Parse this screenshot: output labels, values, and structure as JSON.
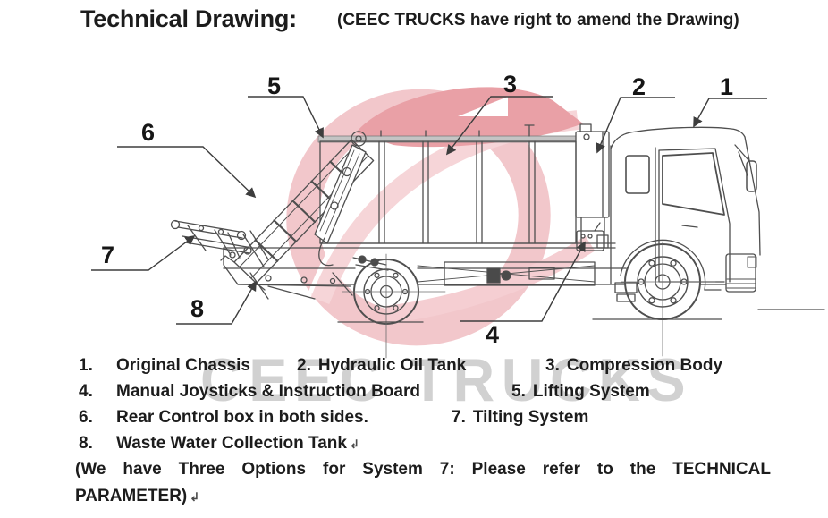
{
  "title": {
    "main": "Technical Drawing:",
    "note": "(CEEC TRUCKS have right to amend the Drawing)"
  },
  "watermark": {
    "text": "CEEC TRUCKS"
  },
  "callouts": [
    "1",
    "2",
    "3",
    "4",
    "5",
    "6",
    "7",
    "8"
  ],
  "legend": {
    "items": [
      {
        "no": "1.",
        "label": "Original Chassis"
      },
      {
        "no": "2.",
        "label": "Hydraulic Oil Tank"
      },
      {
        "no": "3.",
        "label": "Compression Body"
      },
      {
        "no": "4.",
        "label": "Manual Joysticks & Instruction Board"
      },
      {
        "no": "5.",
        "label": "Lifting System"
      },
      {
        "no": "6.",
        "label": "Rear Control box in both sides."
      },
      {
        "no": "7.",
        "label": "Tilting System"
      },
      {
        "no": "8.",
        "label": "Waste Water Collection Tank"
      }
    ],
    "footnote_line1": "(We have Three Options for System 7: Please refer to the TECHNICAL",
    "footnote_line2": "PARAMETER)",
    "return_mark": "↲"
  },
  "colors": {
    "ink": "#1c1c1c",
    "line": "#4f4f4f",
    "logo_pink": "#e89aa2",
    "logo_red": "#d8545f",
    "watermark_gray": "#c9c9c9"
  }
}
